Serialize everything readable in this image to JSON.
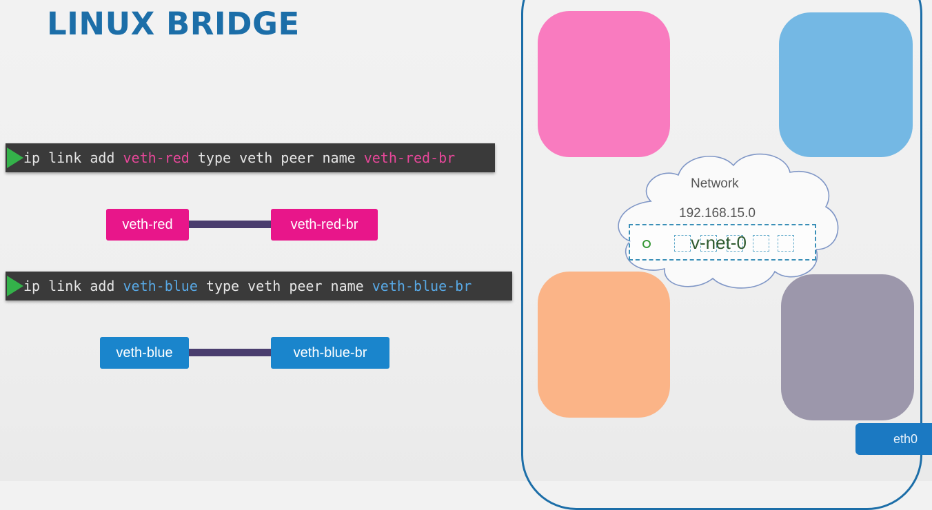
{
  "title": "LINUX BRIDGE",
  "commands": [
    {
      "prefix": "ip link add ",
      "arg1": "veth-red",
      "middle": " type veth peer name ",
      "arg2": "veth-red-br"
    },
    {
      "prefix": "ip link add ",
      "arg1": "veth-blue",
      "middle": " type veth peer name ",
      "arg2": "veth-blue-br"
    }
  ],
  "pairs": {
    "red": {
      "left": "veth-red",
      "right": "veth-red-br"
    },
    "blue": {
      "left": "veth-blue",
      "right": "veth-blue-br"
    }
  },
  "network": {
    "label": "Network",
    "ip": "192.168.15.0",
    "bridge": "v-net-0"
  },
  "interface": "eth0",
  "colors": {
    "red_ns": "#f97bbf",
    "blue_ns": "#74b8e4",
    "orange_ns": "#fbb487",
    "gray_ns": "#9c97ab",
    "accent": "#1c6ea8"
  }
}
